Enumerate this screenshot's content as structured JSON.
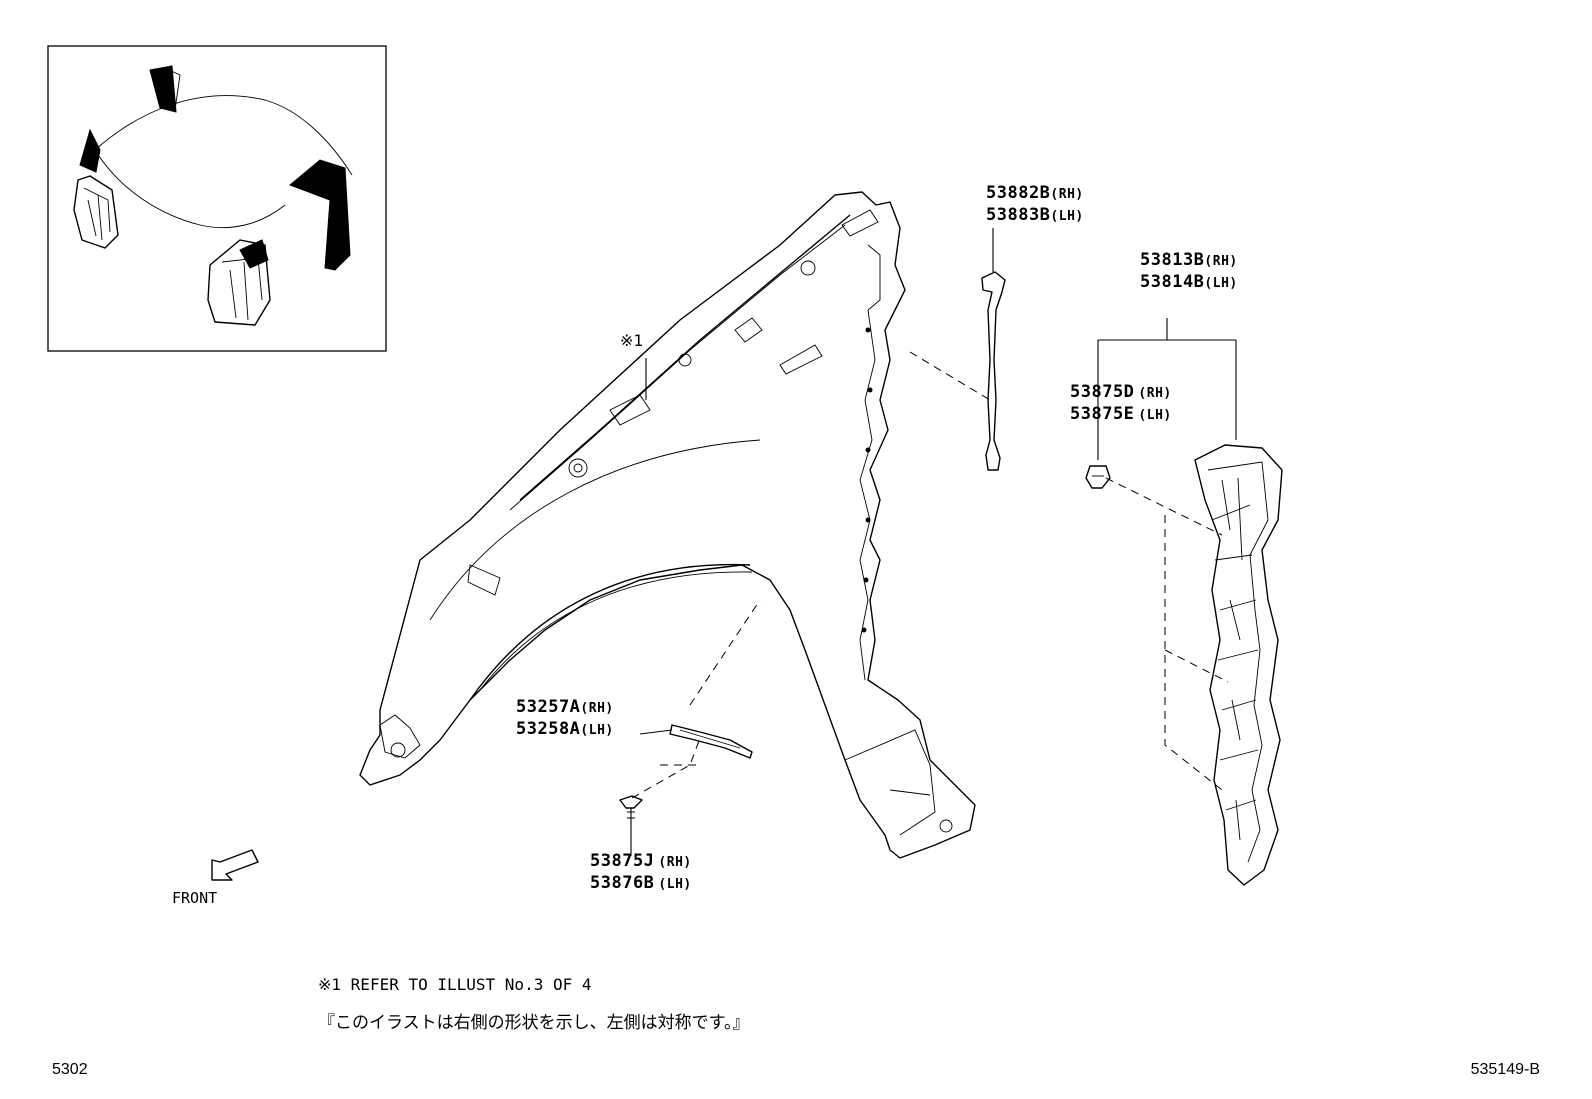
{
  "labels": {
    "ref_mark": "※1",
    "p_53882B": "53882B",
    "p_53883B": "53883B",
    "p_53813B": "53813B",
    "p_53814B": "53814B",
    "p_53875D": "53875D",
    "p_53875E": "53875E",
    "p_53257A": "53257A",
    "p_53258A": "53258A",
    "p_53875J": "53875J",
    "p_53876B": "53876B",
    "rh": "(RH)",
    "lh": "(LH)",
    "front": "FRONT"
  },
  "notes": {
    "refer": "※1 REFER TO ILLUST No.3 OF 4",
    "japanese": "『このイラストは右側の形状を示し、左側は対称です。』"
  },
  "footer": {
    "left": "5302",
    "right": "535149-B"
  }
}
